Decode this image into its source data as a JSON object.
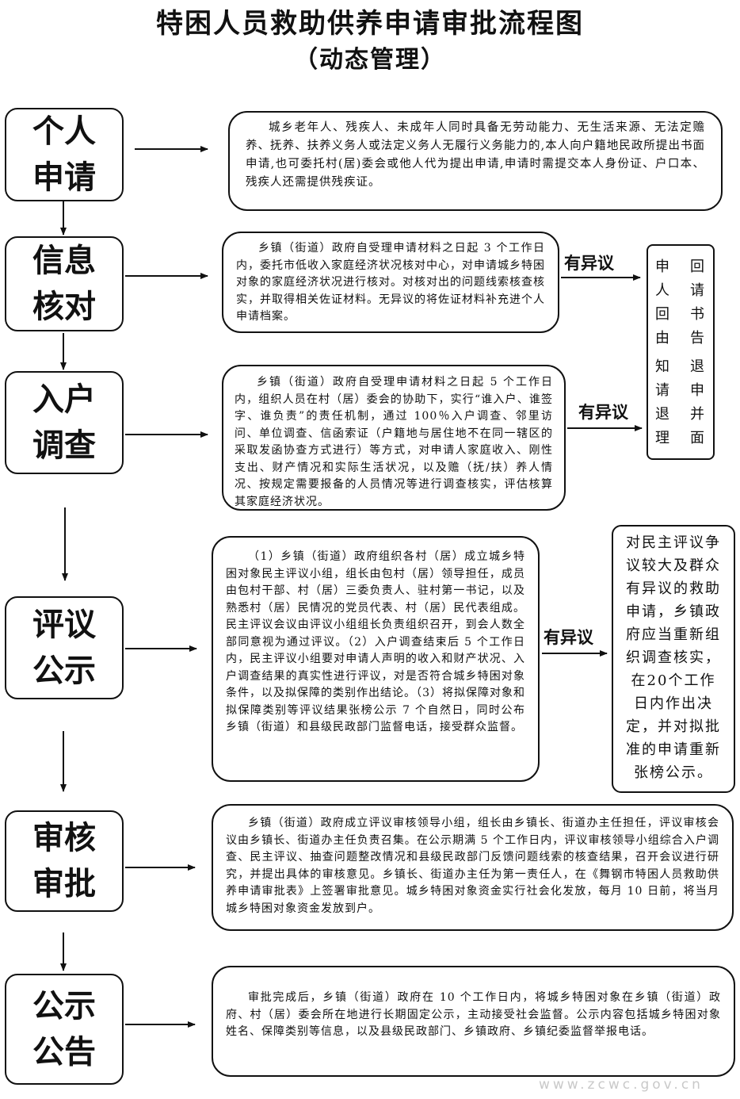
{
  "title": {
    "main": "特困人员救助供养申请审批流程图",
    "sub": "（动态管理）"
  },
  "steps": [
    {
      "line1": "个人",
      "line2": "申请"
    },
    {
      "line1": "信息",
      "line2": "核对"
    },
    {
      "line1": "入户",
      "line2": "调查"
    },
    {
      "line1": "评议",
      "line2": "公示"
    },
    {
      "line1": "审核",
      "line2": "审批"
    },
    {
      "line1": "公示",
      "line2": "公告"
    }
  ],
  "descriptions": [
    "城乡老年人、残疾人、未成年人同时具备无劳动能力、无生活来源、无法定赡养、抚养、扶养义务人或法定义务人无履行义务能力的,本人向户籍地民政所提出书面申请,也可委托村(居)委会或他人代为提出申请,申请时需提交本人身份证、户口本、残疾人还需提供残疾证。",
    "乡镇（街道）政府自受理申请材料之日起 3 个工作日内，委托市低收入家庭经济状况核对中心，对申请城乡特困对象的家庭经济状况进行核对。对核对出的问题线索核查核实，并取得相关佐证材料。无异议的将佐证材料补充进个人申请档案。",
    "乡镇（街道）政府自受理申请材料之日起 5 个工作日内，组织人员在村（居）委会的协助下，实行“谁入户、谁签字、谁负责”的责任机制，通过 100％入户调查、邻里访问、单位调查、信函索证（户籍地与居住地不在同一辖区的采取发函协查方式进行）等方式，对申请人家庭收入、刚性支出、财产情况和实际生活状况，以及赡（抚/扶）养人情况、按规定需要报备的人员情况等进行调查核实，评估核算其家庭经济状况。",
    "（1）乡镇（街道）政府组织各村（居）成立城乡特困对象民主评议小组，组长由包村（居）领导担任，成员由包村干部、村（居）三委负责人、驻村第一书记，以及熟悉村（居）民情况的党员代表、村（居）民代表组成。民主评议会议由评议小组组长负责组织召开，到会人数全部同意视为通过评议。（2）入户调查结束后 5 个工作日内，民主评议小组要对申请人声明的收入和财产状况、入户调查结果的真实性进行评议，对是否符合城乡特困对象条件，以及拟保障的类别作出结论。（3）将拟保障对象和拟保障类别等评议结果张榜公示 7 个自然日，同时公布乡镇（街道）和县级民政部门监督电话，接受群众监督。",
    "乡镇（街道）政府成立评议审核领导小组，组长由乡镇长、街道办主任担任，评议审核会议由乡镇长、街道办主任负责召集。在公示期满 5 个工作日内，评议审核领导小组综合入户调查、民主评议、抽查问题整改情况和县级民政部门反馈问题线索的核查结果，召开会议进行研究，并提出具体的审核意见。乡镇长、街道办主任为第一责任人，在《舞钢市特困人员救助供养申请审批表》上签署审批意见。城乡特困对象资金实行社会化发放，每月 10 日前，将当月城乡特困对象资金发放到户。",
    "审批完成后，乡镇（街道）政府在 10 个工作日内，将城乡特困对象在乡镇（街道）政府、村（居）委会所在地进行长期固定公示，主动接受社会监督。公示内容包括城乡特困对象姓名、保障类别等信息，以及县级民政部门、乡镇政府、乡镇纪委监督举报电话。"
  ],
  "objection_label": "有异议",
  "return_box": {
    "col1": "回请书告申人回由",
    "col2": "退申并面知请退理"
  },
  "re_review_box": "对民主评议争议较大及群众有异议的救助申请，乡镇政府应当重新组织调查核实，在20个工作日内作出决定，并对拟批准的申请重新张榜公示。",
  "watermark": "www.zcwc.gov.cn"
}
